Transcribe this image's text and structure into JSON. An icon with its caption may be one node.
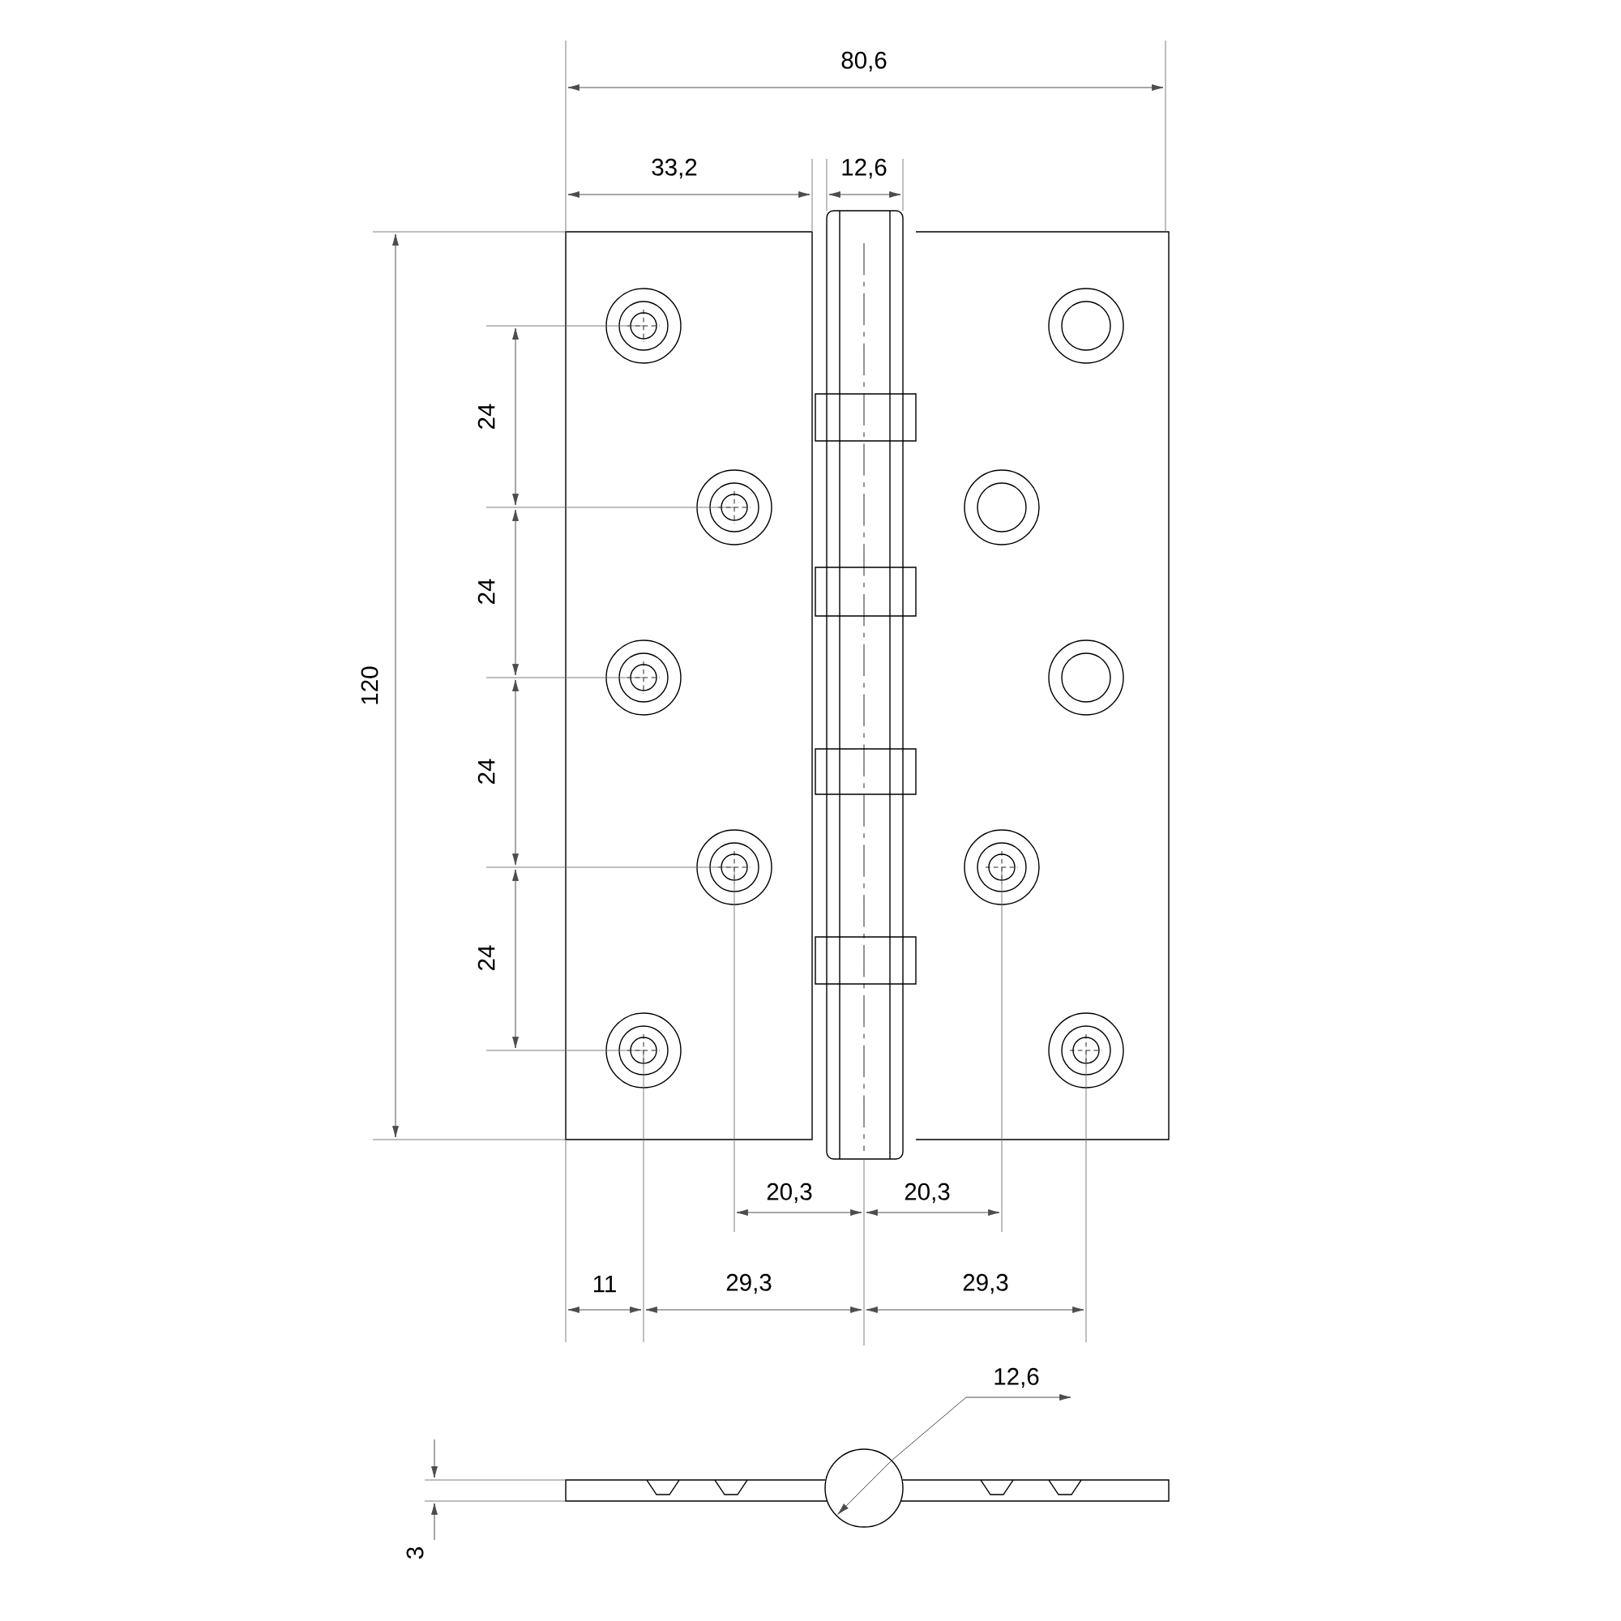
{
  "diagram": {
    "labels": [
      "80,6",
      "33,2",
      "12,6",
      "120",
      "24",
      "24",
      "24",
      "24",
      "20,3",
      "20,3",
      "11",
      "29,3",
      "29,3",
      "12,6",
      "3"
    ]
  }
}
